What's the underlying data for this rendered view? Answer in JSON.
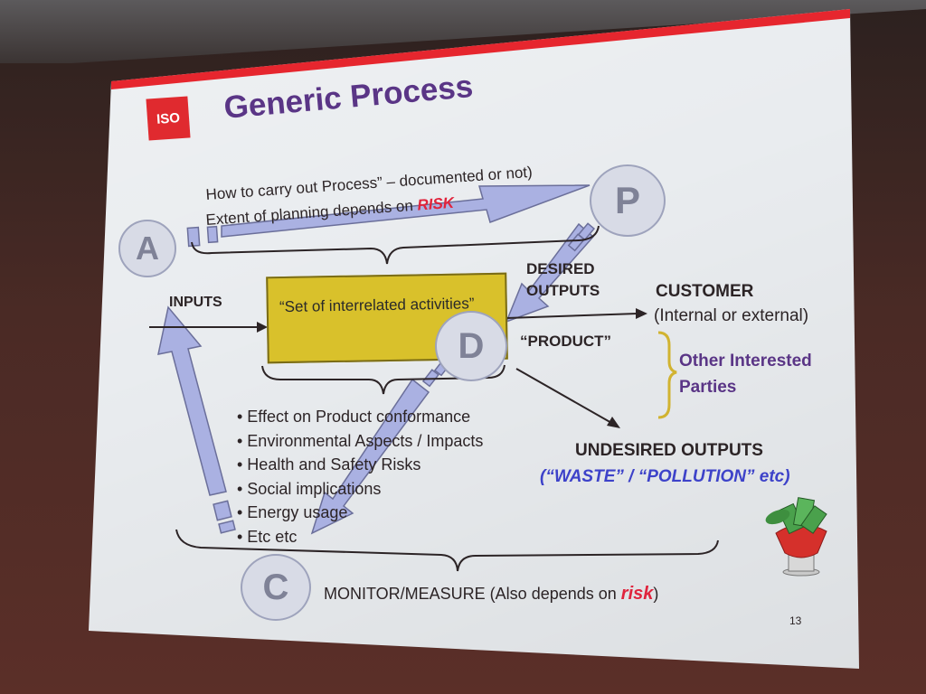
{
  "slide": {
    "logo_text": "ISO",
    "title": "Generic Process",
    "page_number": "13"
  },
  "pdca": {
    "plan": "P",
    "do": "D",
    "check": "C",
    "act": "A"
  },
  "planning": {
    "line1": "How to carry out Process” – documented or not)",
    "line2_prefix": "Extent of planning depends on ",
    "line2_risk": "RISK"
  },
  "flow": {
    "inputs": "INPUTS",
    "activities": "“Set of interrelated activities”",
    "desired_outputs_line1": "DESIRED",
    "desired_outputs_line2": "OUTPUTS",
    "product": "“PRODUCT”",
    "customer": "CUSTOMER",
    "customer_note": "(Internal or external)",
    "other_parties_line1": "Other Interested",
    "other_parties_line2": "Parties",
    "undesired_outputs": "UNDESIRED OUTPUTS",
    "waste": "(“WASTE” / “POLLUTION” etc)"
  },
  "considerations": [
    "• Effect on Product conformance",
    "• Environmental Aspects / Impacts",
    "• Health and Safety Risks",
    "• Social implications",
    "• Energy usage",
    "• Etc etc"
  ],
  "monitor": {
    "prefix": "MONITOR/MEASURE (Also depends on ",
    "risk": "risk",
    "suffix": ")"
  },
  "icons": {
    "money_plant": "money-plant-icon"
  },
  "colors": {
    "title": "#5a3586",
    "accent_red": "#e6262e",
    "arrow_fill": "#aab1e2",
    "box_fill": "#d9c12b",
    "risk": "#e0243d",
    "waste": "#3d42c9"
  }
}
